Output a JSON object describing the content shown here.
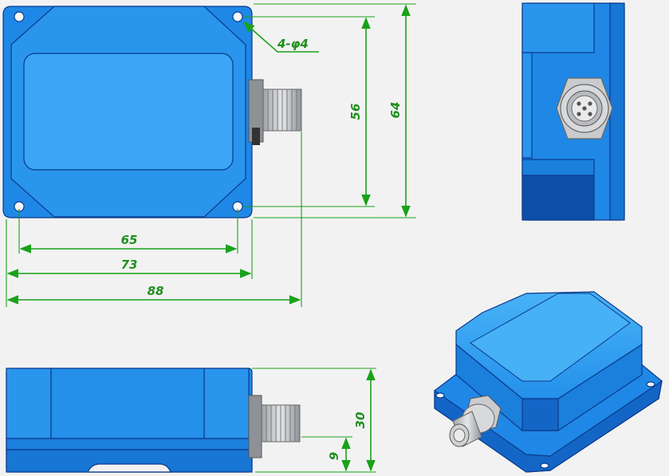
{
  "dimensions": {
    "hole_callout": "4-φ4",
    "width_hole_spacing": "65",
    "width_base": "73",
    "width_overall": "88",
    "height_hole_spacing": "56",
    "height_base": "64",
    "side_height": "30",
    "connector_offset": "9"
  },
  "colors": {
    "body": "#1f88e6",
    "body_light": "#3aa6f5",
    "body_dark": "#0c4fa8",
    "edge": "#0b3a8c",
    "dimension": "#19a219",
    "connector": "#c9cbce"
  }
}
